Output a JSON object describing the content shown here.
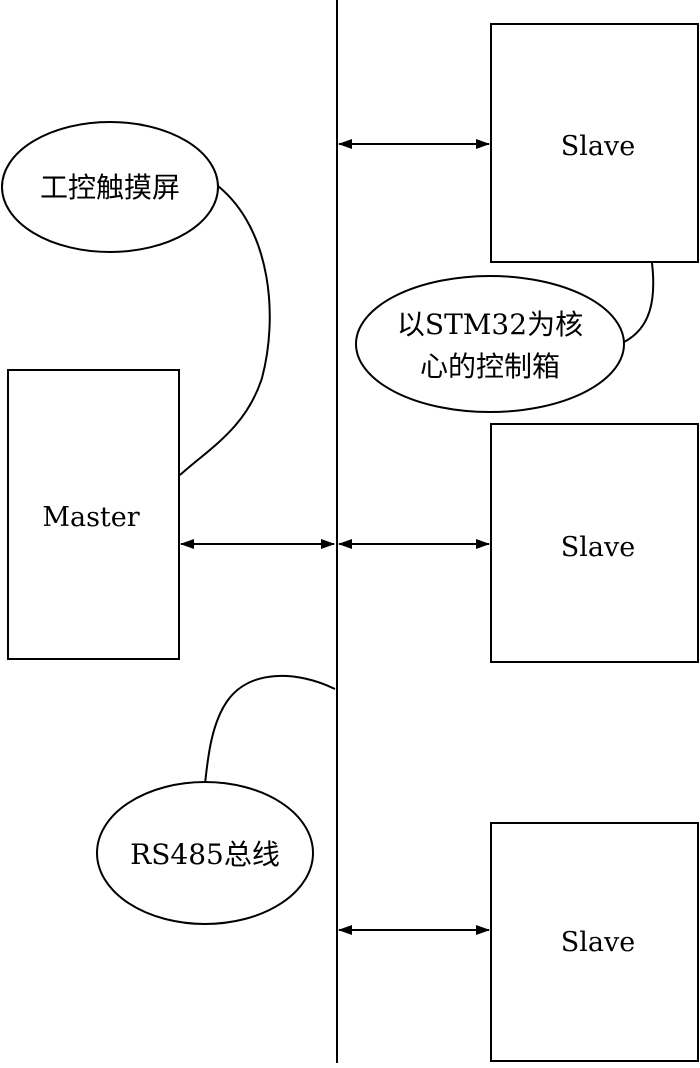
{
  "diagram": {
    "master": {
      "label": "Master"
    },
    "slaves": [
      {
        "label": "Slave"
      },
      {
        "label": "Slave"
      },
      {
        "label": "Slave"
      }
    ],
    "callouts": {
      "touchscreen": {
        "label": "工控触摸屏"
      },
      "control_box": {
        "line1": "以STM32为核",
        "line2": "心的控制箱"
      },
      "bus": {
        "label": "RS485总线"
      }
    },
    "colors": {
      "stroke": "#000000",
      "fill": "#ffffff",
      "text": "#000000"
    }
  }
}
